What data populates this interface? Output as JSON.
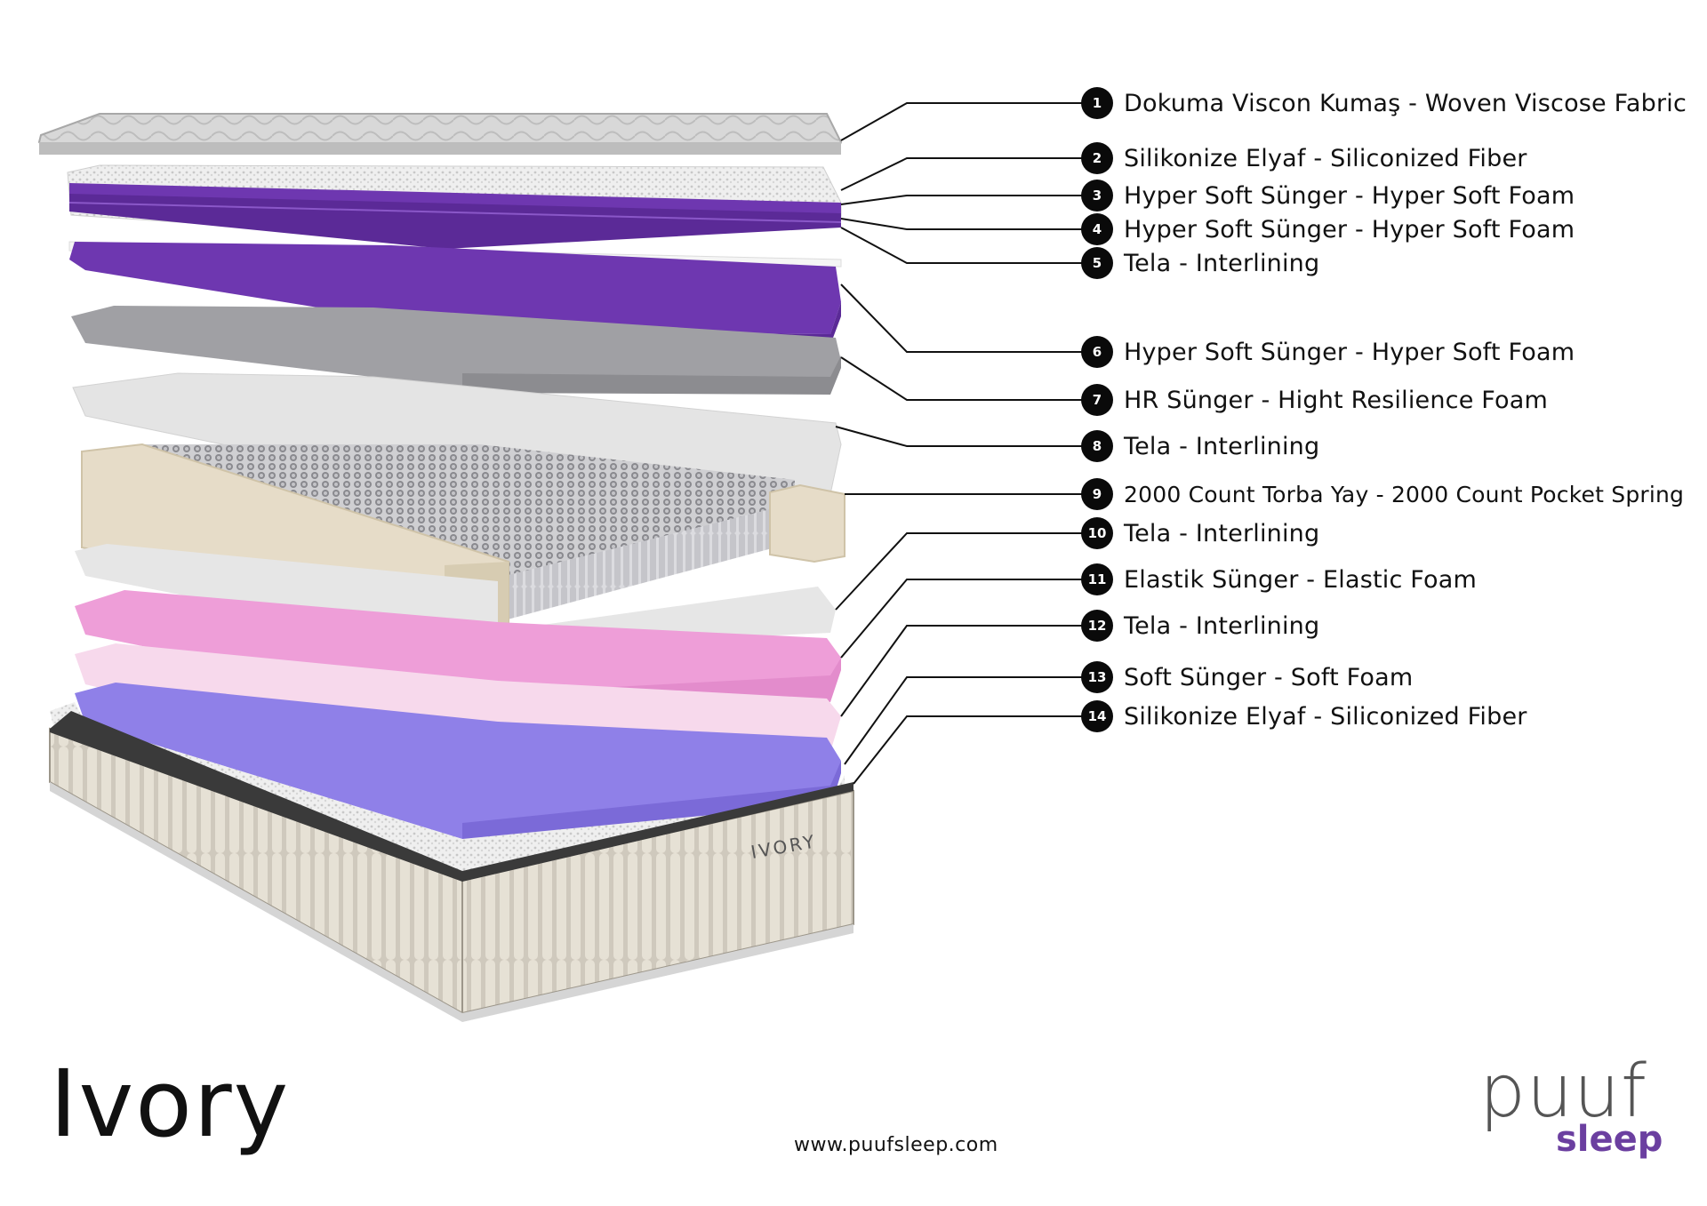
{
  "layers": [
    {
      "num": "1",
      "text": "Dokuma Viscon Kumaş - Woven Viscose Fabric"
    },
    {
      "num": "2",
      "text": "Silikonize Elyaf - Siliconized Fiber"
    },
    {
      "num": "3",
      "text": "Hyper Soft Sünger - Hyper Soft Foam"
    },
    {
      "num": "4",
      "text": "Hyper Soft Sünger - Hyper Soft Foam"
    },
    {
      "num": "5",
      "text": "Tela - Interlining"
    },
    {
      "num": "6",
      "text": "Hyper Soft Sünger - Hyper Soft Foam"
    },
    {
      "num": "7",
      "text": "HR Sünger - Hight Resilience Foam"
    },
    {
      "num": "8",
      "text": "Tela - Interlining"
    },
    {
      "num": "9",
      "text": "2000 Count Torba Yay - 2000 Count Pocket Spring"
    },
    {
      "num": "10",
      "text": "Tela - Interlining"
    },
    {
      "num": "11",
      "text": "Elastik Sünger - Elastic Foam"
    },
    {
      "num": "12",
      "text": "Tela - Interlining"
    },
    {
      "num": "13",
      "text": "Soft Sünger - Soft Foam"
    },
    {
      "num": "14",
      "text": "Silikonize Elyaf - Siliconized Fiber"
    }
  ],
  "product_name": "Ivory",
  "side_brand": "IVORY",
  "website": "www.puufsleep.com",
  "brand": {
    "top": "puuf",
    "bottom": "sleep"
  },
  "colors": {
    "purple_dark": "#5b2a97",
    "purple": "#6e37b0",
    "gray_foam": "#9e9ea2",
    "light_gray": "#e4e4e4",
    "beige": "#e6dcc8",
    "pink": "#ee9ed8",
    "light_pink": "#f7d9ec",
    "lavender": "#8f80e8",
    "brand_purple": "#6b3fa0"
  }
}
